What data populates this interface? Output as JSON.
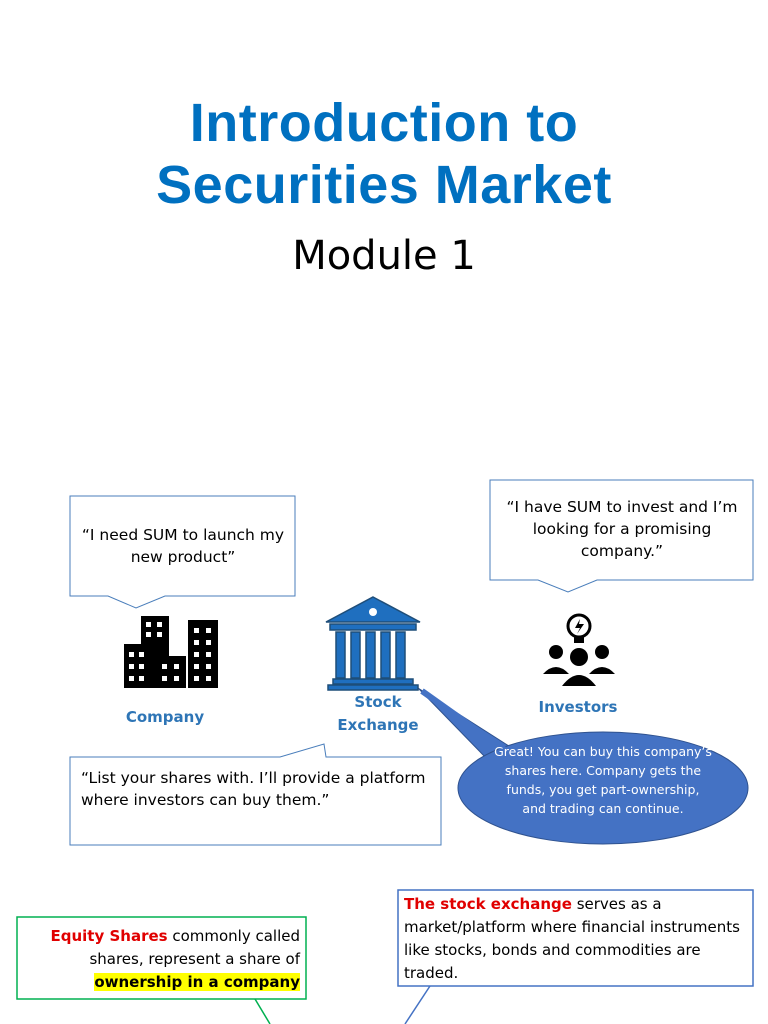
{
  "title": {
    "line1": "Introduction to",
    "line2": "Securities Market"
  },
  "subtitle": "Module 1",
  "company_bubble": {
    "text": "“I need SUM to launch my new product”"
  },
  "investor_bubble": {
    "text": "“I have SUM to invest and I’m looking for a promising company.”"
  },
  "exchange_bubble": {
    "text": "“List your shares with. I’ll provide a platform where investors can buy them.”"
  },
  "oval_callout": {
    "text": "Great! You can buy this company’s shares here. Company gets the funds, you get part-ownership, and trading can continue."
  },
  "labels": {
    "company": "Company",
    "stock_line1": "Stock",
    "stock_line2": "Exchange",
    "investors": "Investors"
  },
  "equity_box": {
    "term": "Equity Shares",
    "rest": " commonly called shares, represent a share of ",
    "highlight": "ownership in a company"
  },
  "exchange_box": {
    "term": "The stock exchange",
    "rest": " serves as a market/platform where financial instruments like stocks, bonds and commodities are traded."
  },
  "colors": {
    "title": "#0070c0",
    "label": "#2e75b6",
    "oval_fill": "#4472c4",
    "green_border": "#00b050",
    "blue_border": "#4472c4",
    "red_term": "#e00000",
    "highlight": "#ffff00"
  },
  "icons": [
    "office-buildings-icon",
    "bank-building-icon",
    "investors-group-icon",
    "lightbulb-icon"
  ]
}
